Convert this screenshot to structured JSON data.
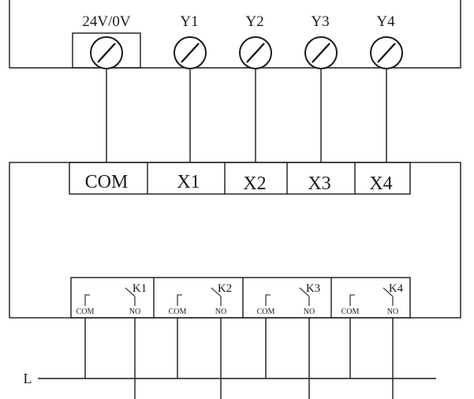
{
  "top_terminals": [
    "24V/0V",
    "Y1",
    "Y2",
    "Y3",
    "Y4"
  ],
  "module_terminals": [
    "COM",
    "X1",
    "X2",
    "X3",
    "X4"
  ],
  "relays": [
    {
      "name": "K1",
      "com_label": "COM",
      "no_label": "NO"
    },
    {
      "name": "K2",
      "com_label": "COM",
      "no_label": "NO"
    },
    {
      "name": "K3",
      "com_label": "COM",
      "no_label": "NO"
    },
    {
      "name": "K4",
      "com_label": "COM",
      "no_label": "NO"
    }
  ],
  "line_label": "L",
  "colors": {
    "stroke": "#1a1a1a",
    "background": "#ffffff"
  }
}
